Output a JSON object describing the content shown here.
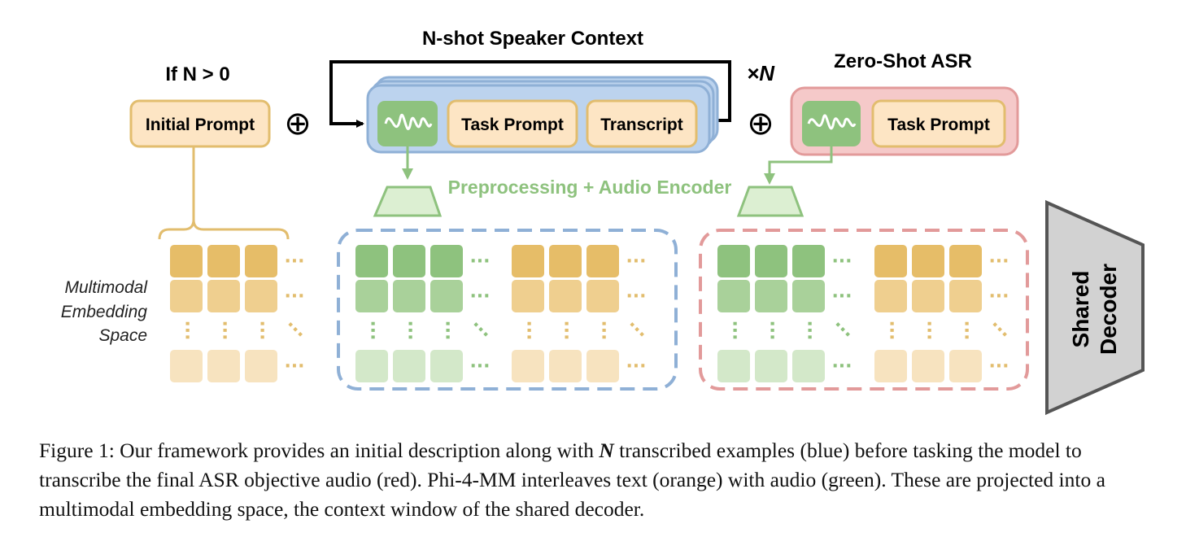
{
  "diagram": {
    "title_context": "N-shot Speaker Context",
    "title_condition": "If N > 0",
    "title_zero_shot": "Zero-Shot ASR",
    "repeat_label": "×N",
    "initial_prompt": "Initial Prompt",
    "task_prompt_context": "Task Prompt",
    "transcript": "Transcript",
    "task_prompt_zero_shot": "Task Prompt",
    "oplus_1": "⊕",
    "oplus_2": "⊕",
    "encoder_label": "Preprocessing + Audio Encoder",
    "embedding_label_line1": "Multimodal",
    "embedding_label_line2": "Embedding",
    "embedding_label_line3": "Space",
    "decoder_line1": "Shared",
    "decoder_line2": "Decoder",
    "ellipsis": "···"
  },
  "colors": {
    "text_orange_fill": "#fde5c4",
    "text_orange_stroke": "#e2bd6e",
    "audio_green": "#9fcd8b",
    "context_blue_fill": "#bcd3ee",
    "context_blue_stroke": "#8fb0d6",
    "zero_shot_red_fill": "#f5c9c9",
    "zero_shot_red_stroke": "#e29a9a",
    "encoder_green": "#8ec27e",
    "decoder_gray": "#d2d2d2"
  },
  "caption": {
    "prefix": "Figure 1: Our framework provides an initial description along with ",
    "n": "N",
    "rest": " transcribed examples (blue) before tasking the model to transcribe the final ASR objective audio (red). Phi-4-MM interleaves text (orange) with audio (green). These are projected into a multimodal embedding space, the context window of the shared decoder."
  }
}
